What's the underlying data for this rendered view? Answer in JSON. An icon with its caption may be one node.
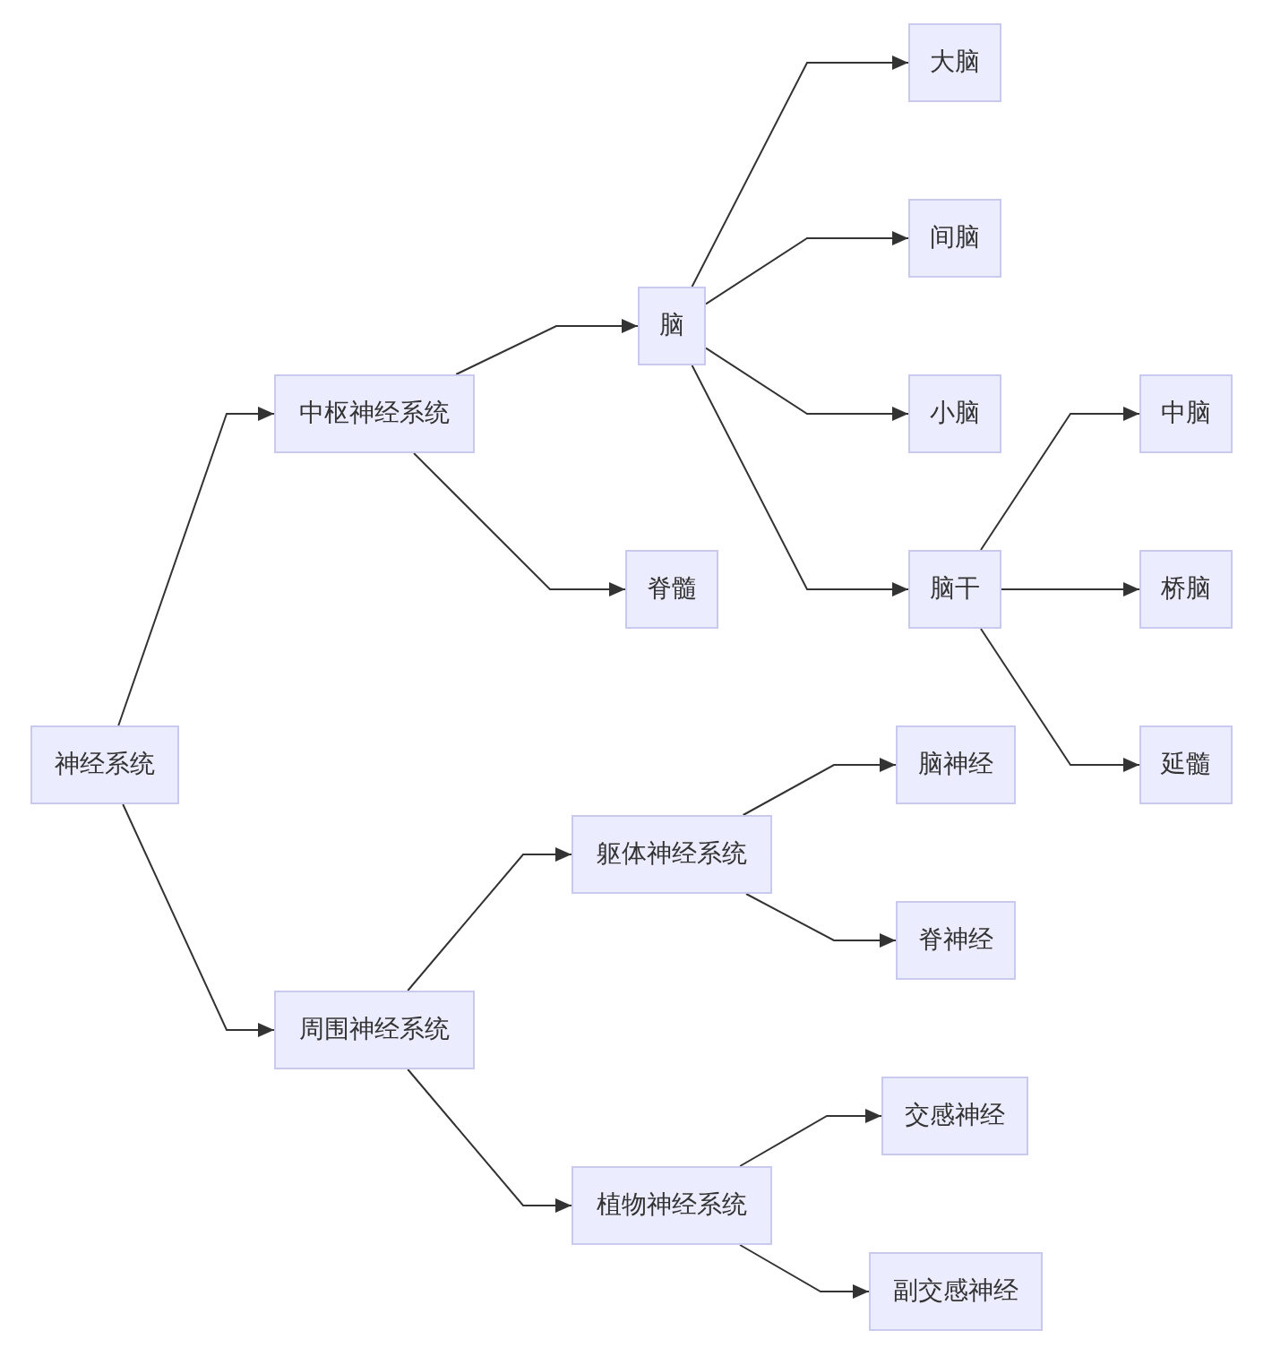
{
  "diagram": {
    "nodes": [
      {
        "text": [
          "神经系统"
        ]
      },
      {
        "text": [
          "中枢神经系统"
        ]
      },
      {
        "text": [
          "周围神经系统"
        ]
      },
      {
        "text": [
          "脑"
        ]
      },
      {
        "text": [
          "脊髓"
        ]
      },
      {
        "text": [
          "大脑"
        ]
      },
      {
        "text": [
          "间脑"
        ]
      },
      {
        "text": [
          "小脑"
        ]
      },
      {
        "text": [
          "脑干"
        ]
      },
      {
        "text": [
          "中脑"
        ]
      },
      {
        "text": [
          "桥脑"
        ]
      },
      {
        "text": [
          "延髓"
        ]
      },
      {
        "text": [
          "躯体神经系统"
        ]
      },
      {
        "text": [
          "植物神经系统"
        ]
      },
      {
        "text": [
          "脑神经"
        ]
      },
      {
        "text": [
          "脊神经"
        ]
      },
      {
        "text": [
          "交感神经"
        ]
      },
      {
        "text": [
          "副交感神经"
        ]
      }
    ],
    "edges": [
      {
        "from": 0,
        "to": 1,
        "arrow": "to"
      },
      {
        "from": 0,
        "to": 2,
        "arrow": "to"
      },
      {
        "from": 1,
        "to": 3,
        "arrow": "to"
      },
      {
        "from": 1,
        "to": 4,
        "arrow": "to"
      },
      {
        "from": 3,
        "to": 5,
        "arrow": "to"
      },
      {
        "from": 3,
        "to": 6,
        "arrow": "to"
      },
      {
        "from": 3,
        "to": 7,
        "arrow": "to"
      },
      {
        "from": 3,
        "to": 8,
        "arrow": "to"
      },
      {
        "from": 8,
        "to": 9,
        "arrow": "to"
      },
      {
        "from": 8,
        "to": 10,
        "arrow": "to"
      },
      {
        "from": 8,
        "to": 11,
        "arrow": "to"
      },
      {
        "from": 2,
        "to": 12,
        "arrow": "to"
      },
      {
        "from": 2,
        "to": 13,
        "arrow": "to"
      },
      {
        "from": 12,
        "to": 14,
        "arrow": "to"
      },
      {
        "from": 12,
        "to": 15,
        "arrow": "to"
      },
      {
        "from": 13,
        "to": 16,
        "arrow": "to"
      },
      {
        "from": 13,
        "to": 17,
        "arrow": "to"
      }
    ]
  }
}
